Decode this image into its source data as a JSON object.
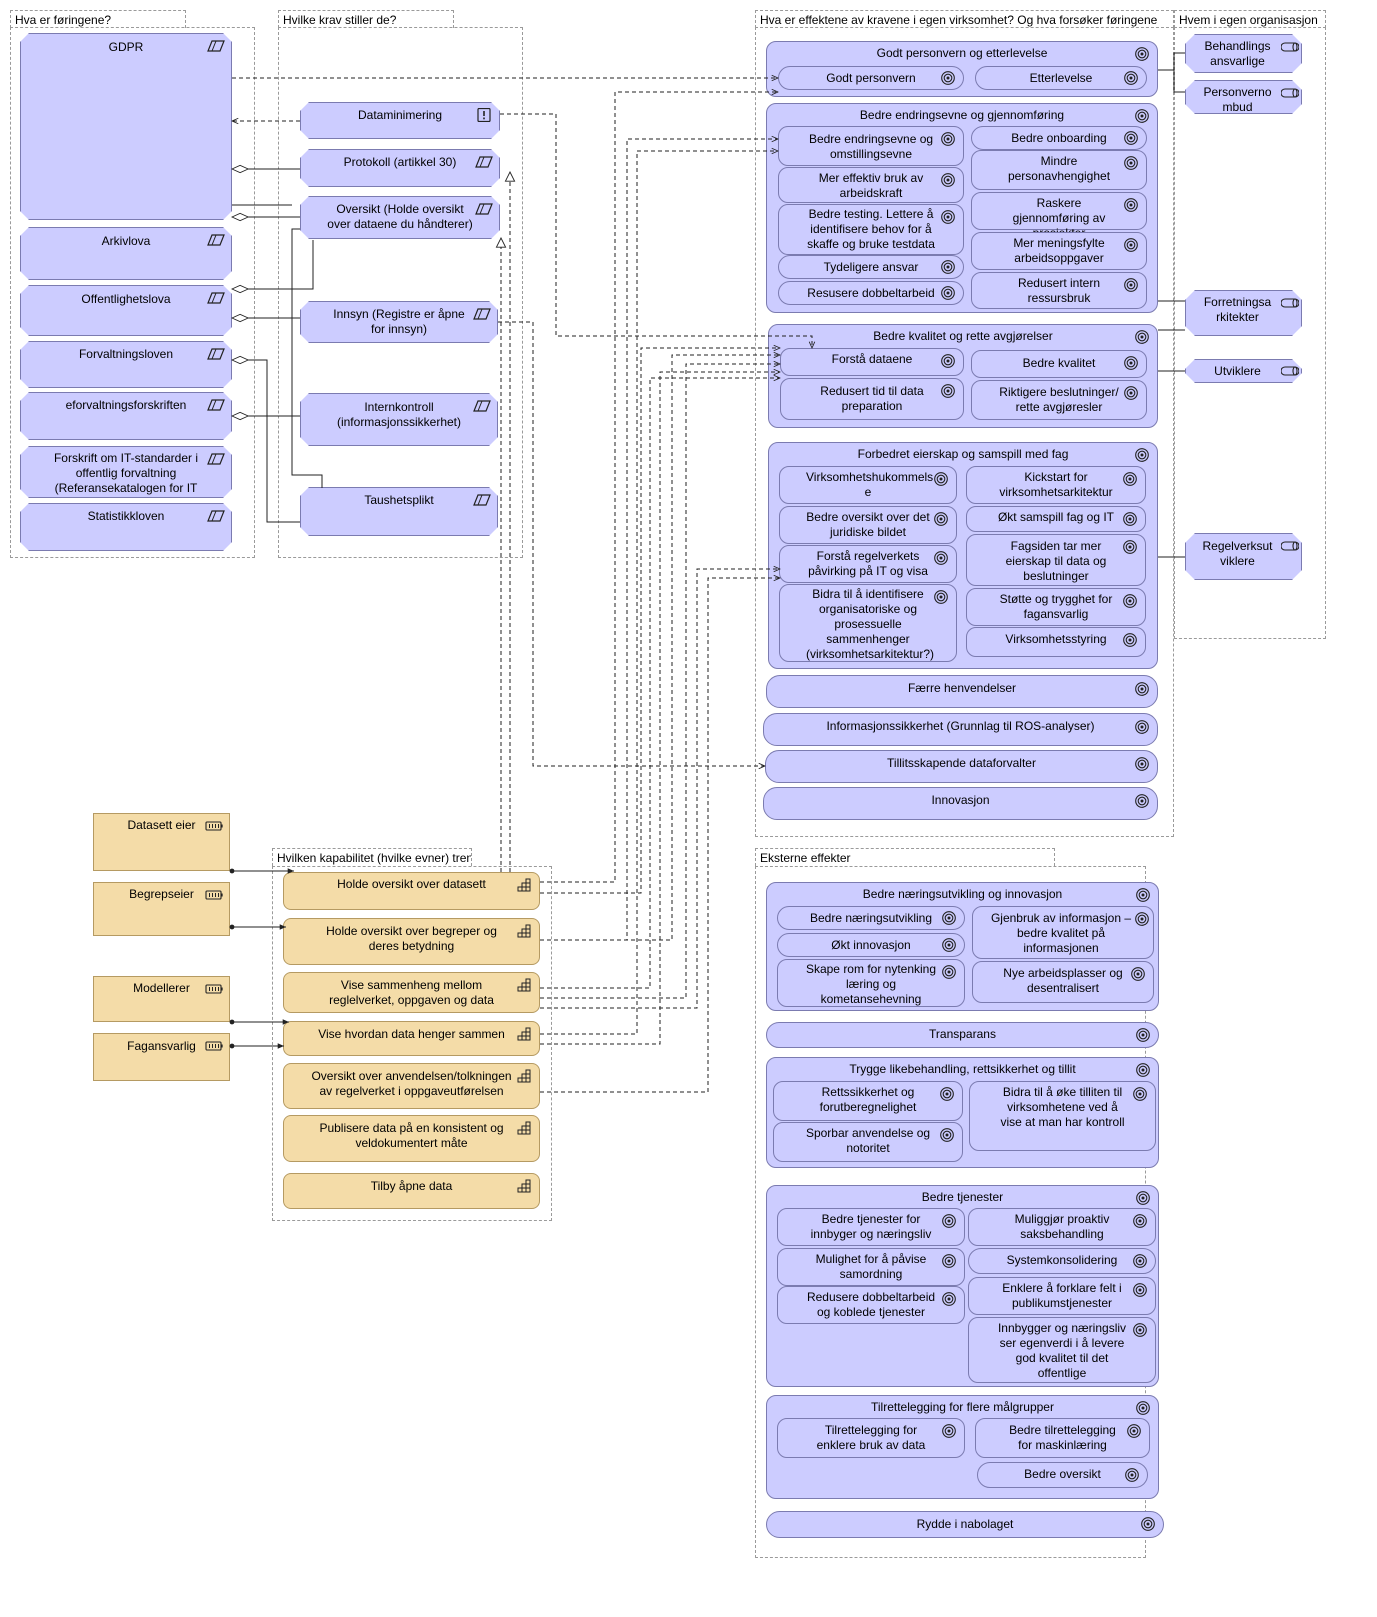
{
  "groups": {
    "foringer": "Hva er føringene?",
    "krav": "Hvilke krav stiller de?",
    "effekter": "Hva er effektene av kravene i egen virksomhet? Og hva forsøker føringene",
    "hvem": "Hvem i egen organisasjon",
    "kapabilitet": "Hvilken kapabilitet (hvilke evner) trengs for å opp",
    "eksterne": "Eksterne effekter"
  },
  "foringer": {
    "gdpr": "GDPR",
    "arkivlova": "Arkivlova",
    "offentlighetslova": "Offentlighetslova",
    "forvaltningsloven": "Forvaltningsloven",
    "eforvaltning": "eforvaltningsforskriften",
    "forskrift_it": "Forskrift om IT-standarder i offentlig forvaltning (Referansekatalogen for IT",
    "statistikkloven": "Statistikkloven"
  },
  "krav": {
    "dataminimering": "Dataminimering",
    "protokoll": "Protokoll (artikkel 30)",
    "oversikt": "Oversikt (Holde oversikt over dataene du håndterer)",
    "innsyn": "Innsyn (Registre er åpne for innsyn)",
    "internkontroll": "Internkontroll (informasjonssikkerhet)",
    "taushetsplikt": "Taushetsplikt"
  },
  "effekter": {
    "personvern": {
      "title": "Godt personvern og etterlevelse",
      "godt_personvern": "Godt personvern",
      "etterlevelse": "Etterlevelse"
    },
    "endring": {
      "title": "Bedre endringsevne og gjennomføring",
      "omstilling": "Bedre endringsevne og omstillingsevne",
      "arbeidskraft": "Mer effektiv bruk av arbeidskraft",
      "testing": "Bedre testing. Lettere å identifisere behov for å skaffe og bruke testdata",
      "ansvar": "Tydeligere ansvar",
      "dobbeltarbeid": "Resusere dobbeltarbeid",
      "onboarding": "Bedre onboarding",
      "personavhengighet": "Mindre personavhengighet",
      "prosjekter": "Raskere gjennomføring av prosjekter",
      "meningsfylte": "Mer meningsfylte arbeidsoppgaver",
      "ressursbruk": "Redusert intern ressursbruk"
    },
    "kvalitet": {
      "title": "Bedre kvalitet og rette avgjørelser",
      "forsta": "Forstå dataene",
      "preparation": "Redusert tid til data preparation",
      "bedre_kvalitet": "Bedre kvalitet",
      "riktigere": "Riktigere beslutninger/ rette avgjøresler"
    },
    "eierskap": {
      "title": "Forbedret eierskap og samspill med fag",
      "hukommelse": "Virksomhetshukommels e",
      "juridiske": "Bedre oversikt over det juridiske bildet",
      "regelverk": "Forstå regelverkets påvirking på IT og visa",
      "sammenhenger": "Bidra til å identifisere organisatoriske og prosessuelle sammenhenger (virksomhetsarkitektur?)",
      "kickstart": "Kickstart for virksomhetsarkitektur",
      "samspill": "Økt samspill fag og IT",
      "fagsiden": "Fagsiden tar mer eierskap til data og beslutninger",
      "stotte": "Støtte og trygghet for fagansvarlig",
      "styring": "Virksomhetsstyring"
    },
    "henvendelser": "Færre henvendelser",
    "infosik": "Informasjonssikkerhet (Grunnlag til ROS-analyser)",
    "tillit": "Tillitsskapende dataforvalter",
    "innovasjon": "Innovasjon"
  },
  "hvem": {
    "behandlingsansvarlige": "Behandlings ansvarlige",
    "personvernombud": "Personverno mbud",
    "forretningsarkitekter": "Forretningsa rkitekter",
    "utviklere": "Utviklere",
    "regelverksutviklere": "Regelverksut viklere"
  },
  "aktorer": {
    "datasett_eier": "Datasett eier",
    "begrepseier": "Begrepseier",
    "modellerer": "Modellerer",
    "fagansvarlig": "Fagansvarlig"
  },
  "kapabiliteter": {
    "datasett": "Holde oversikt over datasett",
    "begreper": "Holde oversikt over begreper og deres betydning",
    "sammenheng": "Vise sammenheng mellom reglelverket, oppgaven og data",
    "data": "Vise hvordan data henger sammen",
    "anvendelse": "Oversikt over anvendelsen/tolkningen av regelverket i oppgaveutførelsen",
    "publisere": "Publisere data på en konsistent og veldokumentert måte",
    "apne": "Tilby åpne data"
  },
  "eksterne": {
    "naering": {
      "title": "Bedre næringsutvikling og innovasjon",
      "naeringsutvikling": "Bedre næringsutvikling",
      "innovasjon": "Økt innovasjon",
      "nytenking": "Skape rom for nytenking læring og kometansehevning",
      "gjenbruk": "Gjenbruk av informasjon – bedre kvalitet på informasjonen",
      "arbeidsplasser": "Nye arbeidsplasser og desentralisert"
    },
    "transparans": "Transparans",
    "trygge": {
      "title": "Trygge likebehandling, rettsikkerhet og tillit",
      "rettssikkerhet": "Rettssikkerhet og forutberegnelighet",
      "sporbar": "Sporbar anvendelse og notoritet",
      "tilliten": "Bidra til å øke tilliten til virksomhetene ved å vise at man har kontroll"
    },
    "tjenester": {
      "title": "Bedre tjenester",
      "innbygger": "Bedre tjenester for innbyger og næringsliv",
      "samordning": "Mulighet for å påvise samordning",
      "koblede": "Redusere dobbeltarbeid og koblede tjenester",
      "proaktiv": "Muliggjør proaktiv saksbehandling",
      "konsolidering": "Systemkonsolidering",
      "forklare": "Enklere å forklare felt i publikumstjenester",
      "egenverdi": "Innbygger og næringsliv ser egenverdi i å levere god kvalitet til det offentlige"
    },
    "malgrupper": {
      "title": "Tilrettelegging for flere målgrupper",
      "enklere": "Tilrettelegging for enklere bruk av data",
      "maskinlaering": "Bedre tilrettelegging for maskinlæring",
      "oversikt": "Bedre oversikt"
    },
    "nabolaget": "Rydde i nabolaget"
  },
  "colors": {
    "motivation": "#ccccff",
    "business": "#f4dca8",
    "motivation_border": "#7b7bb0",
    "business_border": "#b59a62"
  },
  "icons": [
    "requirement-icon",
    "principle-icon",
    "goal-icon",
    "role-icon",
    "actor-icon",
    "capability-icon"
  ]
}
